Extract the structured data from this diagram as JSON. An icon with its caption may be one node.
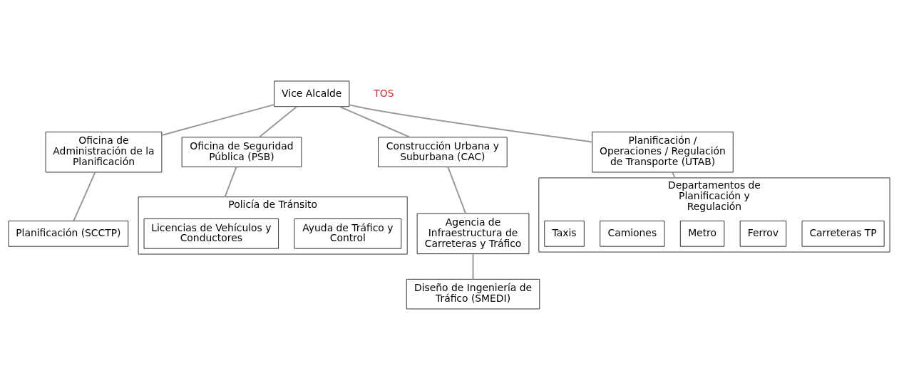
{
  "diagram": {
    "nodes": [
      {
        "text": [
          "Vice Alcalde"
        ]
      },
      {
        "text": [
          "Oficina de Administración de la Planificación"
        ]
      },
      {
        "text": [
          "Oficina de Seguridad Pública (PSB)"
        ]
      },
      {
        "text": [
          "Construcción Urbana y Suburbana (CAC)"
        ]
      },
      {
        "text": [
          "Planificación / Operaciones / Regulación de Transporte (UTAB)"
        ]
      },
      {
        "text": [
          "Policía de Tránsito"
        ]
      },
      {
        "text": [
          "Ayuda de Tráfico y Control"
        ],
        "in": 5
      },
      {
        "text": [
          "Licencias de Vehículos y Conductores"
        ],
        "in": 5
      },
      {
        "text": [
          "Agencia de Infraestructura de Carreteras y Tráfico"
        ]
      },
      {
        "text": [
          "Departamentos de Planificación y Regulación"
        ]
      },
      {
        "text": [
          "Carreteras TP"
        ],
        "in": 9
      },
      {
        "text": [
          "Ferrov"
        ],
        "in": 9
      },
      {
        "text": [
          "Metro"
        ],
        "in": 9
      },
      {
        "text": [
          "Camiones"
        ],
        "in": 9
      },
      {
        "text": [
          "Taxis"
        ],
        "in": 9
      },
      {
        "text": [
          "Planificación (SCCTP)"
        ]
      },
      {
        "text": [
          "Diseño de Ingeniería de Tráfico (SMEDI)"
        ]
      }
    ],
    "edges": [
      {
        "from": 0,
        "to": 1,
        "arrow": "none"
      },
      {
        "from": 0,
        "to": 2,
        "arrow": "none"
      },
      {
        "from": 0,
        "to": 3,
        "arrow": "none"
      },
      {
        "from": 0,
        "to": 4,
        "arrow": "none"
      },
      {
        "from": 1,
        "to": 15,
        "arrow": "none"
      },
      {
        "from": 2,
        "to": 5,
        "arrow": "none"
      },
      {
        "from": 3,
        "to": 8,
        "arrow": "none"
      },
      {
        "from": 4,
        "to": 9,
        "arrow": "none"
      },
      {
        "from": 8,
        "to": 16,
        "arrow": "none"
      }
    ],
    "labels": [
      "TOS"
    ]
  }
}
